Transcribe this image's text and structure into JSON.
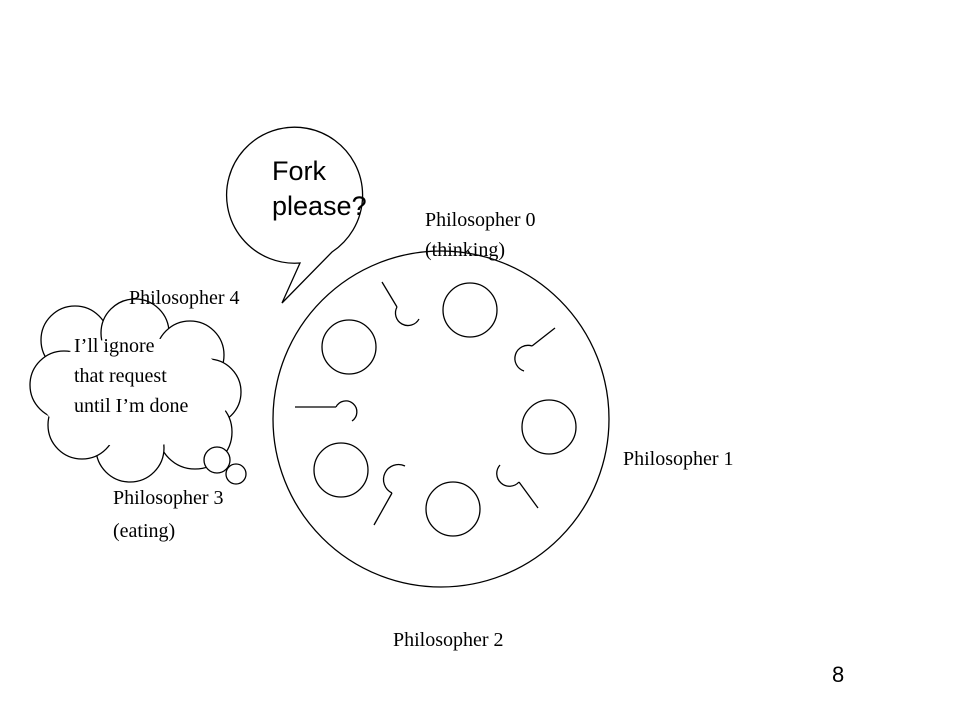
{
  "slide": {
    "page_number": "8"
  },
  "speech_bubble": {
    "line1": "Fork",
    "line2": "please?"
  },
  "thought_bubble": {
    "line1": "I’ll ignore",
    "line2": "that request",
    "line3": "until I’m done"
  },
  "philosophers": [
    {
      "name": "Philosopher 0",
      "state": "(thinking)"
    },
    {
      "name": "Philosopher 1",
      "state": ""
    },
    {
      "name": "Philosopher 2",
      "state": ""
    },
    {
      "name": "Philosopher 3",
      "state": "(eating)"
    },
    {
      "name": "Philosopher 4",
      "state": ""
    }
  ],
  "colors": {
    "stroke": "#000000",
    "background": "#ffffff"
  }
}
